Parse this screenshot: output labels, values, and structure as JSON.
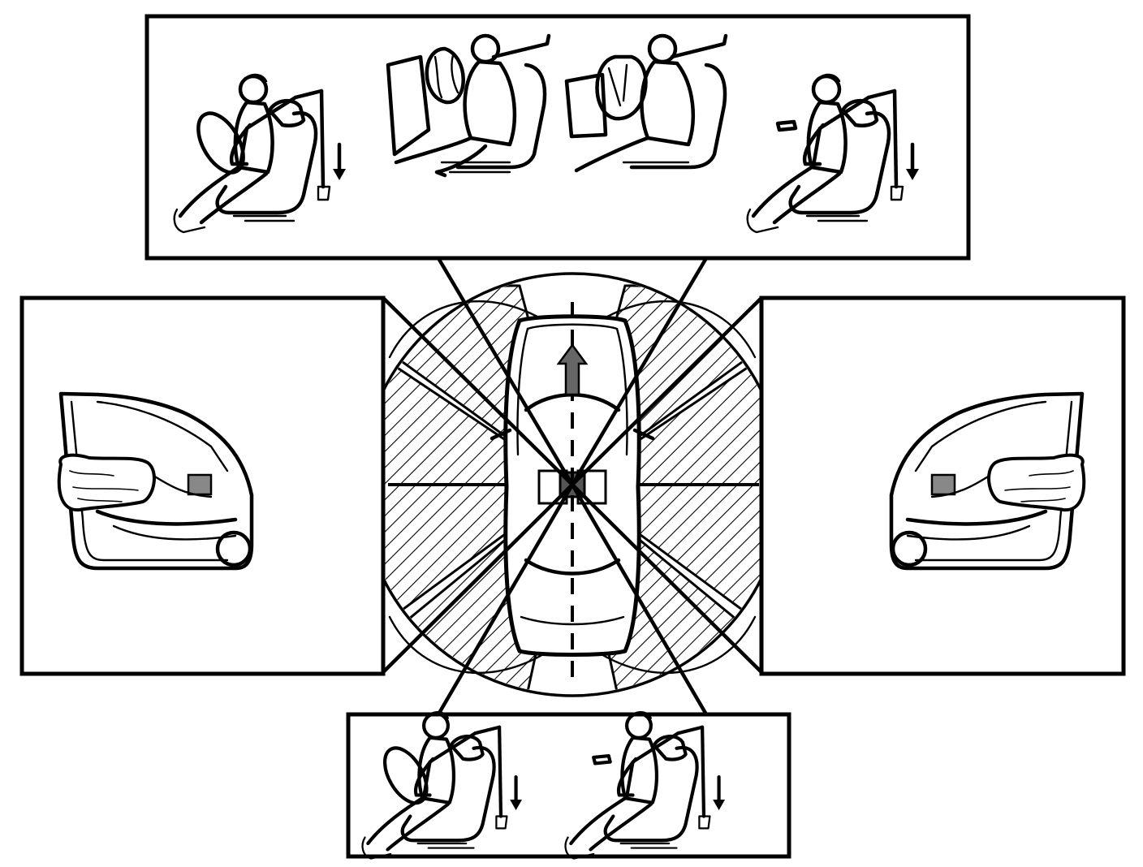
{
  "diagram": {
    "type": "airbag-and-pretensioner-deployment-zones",
    "colors": {
      "ink": "#000000",
      "paper": "#ffffff",
      "hatch": "#000000"
    },
    "direction_indicator": "forward-arrow-icon",
    "panels": [
      {
        "id": "frontal-collision",
        "figures": [
          "driver-pretensioner",
          "driver-frontal-airbag",
          "passenger-frontal-airbag",
          "passenger-pretensioner"
        ]
      },
      {
        "id": "left-side-collision",
        "figures": [
          "left-door-side-airbag"
        ]
      },
      {
        "id": "right-side-collision",
        "figures": [
          "right-door-side-airbag"
        ]
      },
      {
        "id": "rear-collision",
        "figures": [
          "driver-pretensioner",
          "passenger-pretensioner"
        ]
      }
    ],
    "zones": [
      "front-left",
      "front-right",
      "left",
      "right",
      "rear-left",
      "rear-right"
    ]
  }
}
